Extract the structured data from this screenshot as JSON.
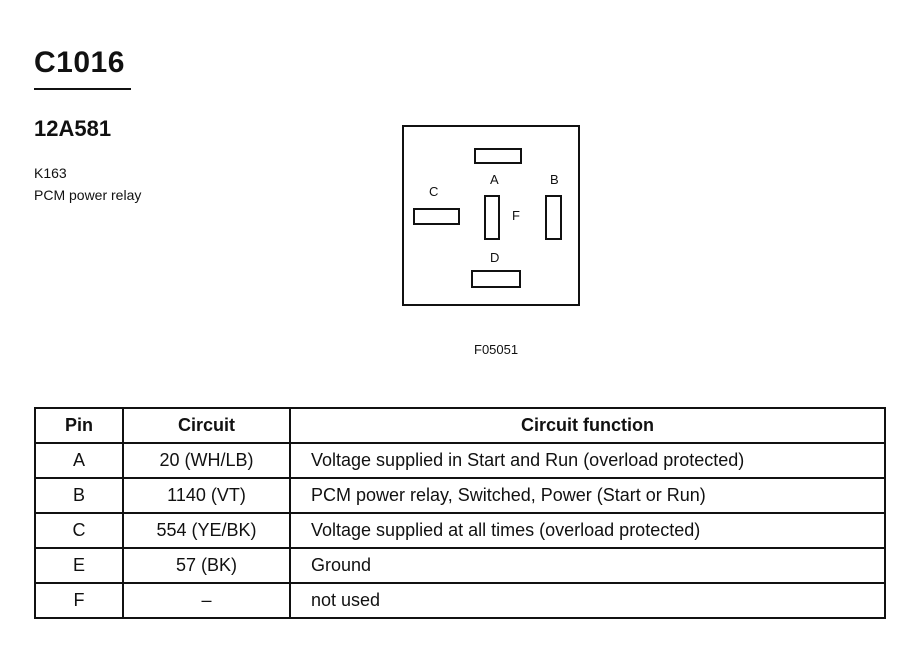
{
  "header": {
    "connector_id": "C1016",
    "part_number": "12A581",
    "component_code": "K163",
    "component_name": "PCM power relay"
  },
  "diagram": {
    "figure_id": "F05051",
    "pin_labels": {
      "A": "A",
      "B": "B",
      "C": "C",
      "D": "D",
      "F": "F"
    }
  },
  "table": {
    "headers": [
      "Pin",
      "Circuit",
      "Circuit function"
    ],
    "rows": [
      {
        "pin": "A",
        "circuit": "20 (WH/LB)",
        "function": "Voltage supplied in Start and Run (overload protected)"
      },
      {
        "pin": "B",
        "circuit": "1140 (VT)",
        "function": "PCM power relay, Switched, Power (Start or Run)"
      },
      {
        "pin": "C",
        "circuit": "554 (YE/BK)",
        "function": "Voltage supplied at all times (overload protected)"
      },
      {
        "pin": "E",
        "circuit": "57 (BK)",
        "function": "Ground"
      },
      {
        "pin": "F",
        "circuit": "–",
        "function": "not used"
      }
    ]
  }
}
